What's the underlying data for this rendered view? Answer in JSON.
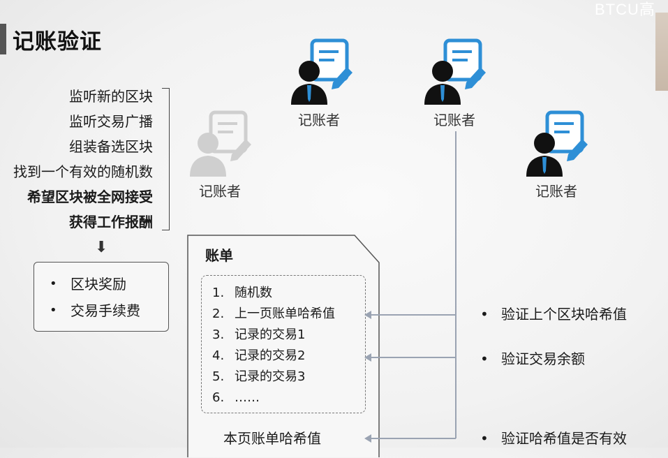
{
  "watermark": "BTCU高",
  "title": "记账验证",
  "steps": [
    "监听新的区块",
    "监听交易广播",
    "组装备选区块",
    "找到一个有效的随机数",
    "希望区块被全网接受",
    "获得工作报酬"
  ],
  "arrow_symbol": "⬇",
  "rewards": [
    "区块奖励",
    "交易手续费"
  ],
  "ledger": {
    "title": "账单",
    "items": [
      {
        "num": "1.",
        "text": "随机数"
      },
      {
        "num": "2.",
        "text": "上一页账单哈希值"
      },
      {
        "num": "3.",
        "text": "记录的交易1"
      },
      {
        "num": "4.",
        "text": "记录的交易2"
      },
      {
        "num": "5.",
        "text": "记录的交易3"
      },
      {
        "num": "6.",
        "text": "……"
      }
    ],
    "footer": "本页账单哈希值"
  },
  "bookkeepers": {
    "faded": "记账者",
    "left": "记账者",
    "center": "记账者",
    "right": "记账者"
  },
  "verifications": [
    "验证上个区块哈希值",
    "验证交易余额",
    "验证哈希值是否有效"
  ],
  "colors": {
    "icon_blue": "#2e8fd6",
    "person": "#111111",
    "tie": "#2e8fd6",
    "faded": "#cfcfcf",
    "line": "#9aa3b2"
  },
  "icons": [
    "document-pen-icon",
    "person-icon"
  ]
}
